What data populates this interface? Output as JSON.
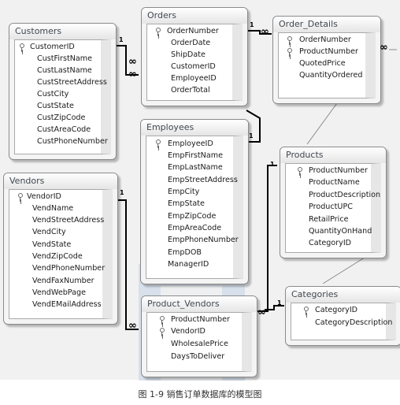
{
  "tables": {
    "customers": {
      "title": "Customers",
      "fields": [
        {
          "name": "CustomerID",
          "key": true
        },
        {
          "name": "CustFirstName",
          "key": false
        },
        {
          "name": "CustLastName",
          "key": false
        },
        {
          "name": "CustStreetAddress",
          "key": false
        },
        {
          "name": "CustCity",
          "key": false
        },
        {
          "name": "CustState",
          "key": false
        },
        {
          "name": "CustZipCode",
          "key": false
        },
        {
          "name": "CustAreaCode",
          "key": false
        },
        {
          "name": "CustPhoneNumber",
          "key": false
        }
      ]
    },
    "orders": {
      "title": "Orders",
      "fields": [
        {
          "name": "OrderNumber",
          "key": true
        },
        {
          "name": "OrderDate",
          "key": false
        },
        {
          "name": "ShipDate",
          "key": false
        },
        {
          "name": "CustomerID",
          "key": false
        },
        {
          "name": "EmployeeID",
          "key": false
        },
        {
          "name": "OrderTotal",
          "key": false
        }
      ]
    },
    "order_details": {
      "title": "Order_Details",
      "fields": [
        {
          "name": "OrderNumber",
          "key": true
        },
        {
          "name": "ProductNumber",
          "key": true
        },
        {
          "name": "QuotedPrice",
          "key": false
        },
        {
          "name": "QuantityOrdered",
          "key": false
        }
      ]
    },
    "employees": {
      "title": "Employees",
      "fields": [
        {
          "name": "EmployeeID",
          "key": true
        },
        {
          "name": "EmpFirstName",
          "key": false
        },
        {
          "name": "EmpLastName",
          "key": false
        },
        {
          "name": "EmpStreetAddress",
          "key": false
        },
        {
          "name": "EmpCity",
          "key": false
        },
        {
          "name": "EmpState",
          "key": false
        },
        {
          "name": "EmpZipCode",
          "key": false
        },
        {
          "name": "EmpAreaCode",
          "key": false
        },
        {
          "name": "EmpPhoneNumber",
          "key": false
        },
        {
          "name": "EmpDOB",
          "key": false
        },
        {
          "name": "ManagerID",
          "key": false
        }
      ]
    },
    "products": {
      "title": "Products",
      "fields": [
        {
          "name": "ProductNumber",
          "key": true
        },
        {
          "name": "ProductName",
          "key": false
        },
        {
          "name": "ProductDescription",
          "key": false
        },
        {
          "name": "ProductUPC",
          "key": false
        },
        {
          "name": "RetailPrice",
          "key": false
        },
        {
          "name": "QuantityOnHand",
          "key": false
        },
        {
          "name": "CategoryID",
          "key": false
        }
      ]
    },
    "vendors": {
      "title": "Vendors",
      "fields": [
        {
          "name": "VendorID",
          "key": true
        },
        {
          "name": "VendName",
          "key": false
        },
        {
          "name": "VendStreetAddress",
          "key": false
        },
        {
          "name": "VendCity",
          "key": false
        },
        {
          "name": "VendState",
          "key": false
        },
        {
          "name": "VendZipCode",
          "key": false
        },
        {
          "name": "VendPhoneNumber",
          "key": false
        },
        {
          "name": "VendFaxNumber",
          "key": false
        },
        {
          "name": "VendWebPage",
          "key": false
        },
        {
          "name": "VendEMailAddress",
          "key": false
        }
      ]
    },
    "product_vendors": {
      "title": "Product_Vendors",
      "fields": [
        {
          "name": "ProductNumber",
          "key": true
        },
        {
          "name": "VendorID",
          "key": true
        },
        {
          "name": "WholesalePrice",
          "key": false
        },
        {
          "name": "DaysToDeliver",
          "key": false
        }
      ]
    },
    "categories": {
      "title": "Categories",
      "fields": [
        {
          "name": "CategoryID",
          "key": true
        },
        {
          "name": "CategoryDescription",
          "key": false
        }
      ]
    }
  },
  "cardinality": {
    "one": "1",
    "many": "∞"
  },
  "caption": "图 1-9   销售订单数据库的模型图",
  "colors": {
    "background": "#f1f1f1",
    "line": "#000000",
    "title_text": "#41484f"
  }
}
